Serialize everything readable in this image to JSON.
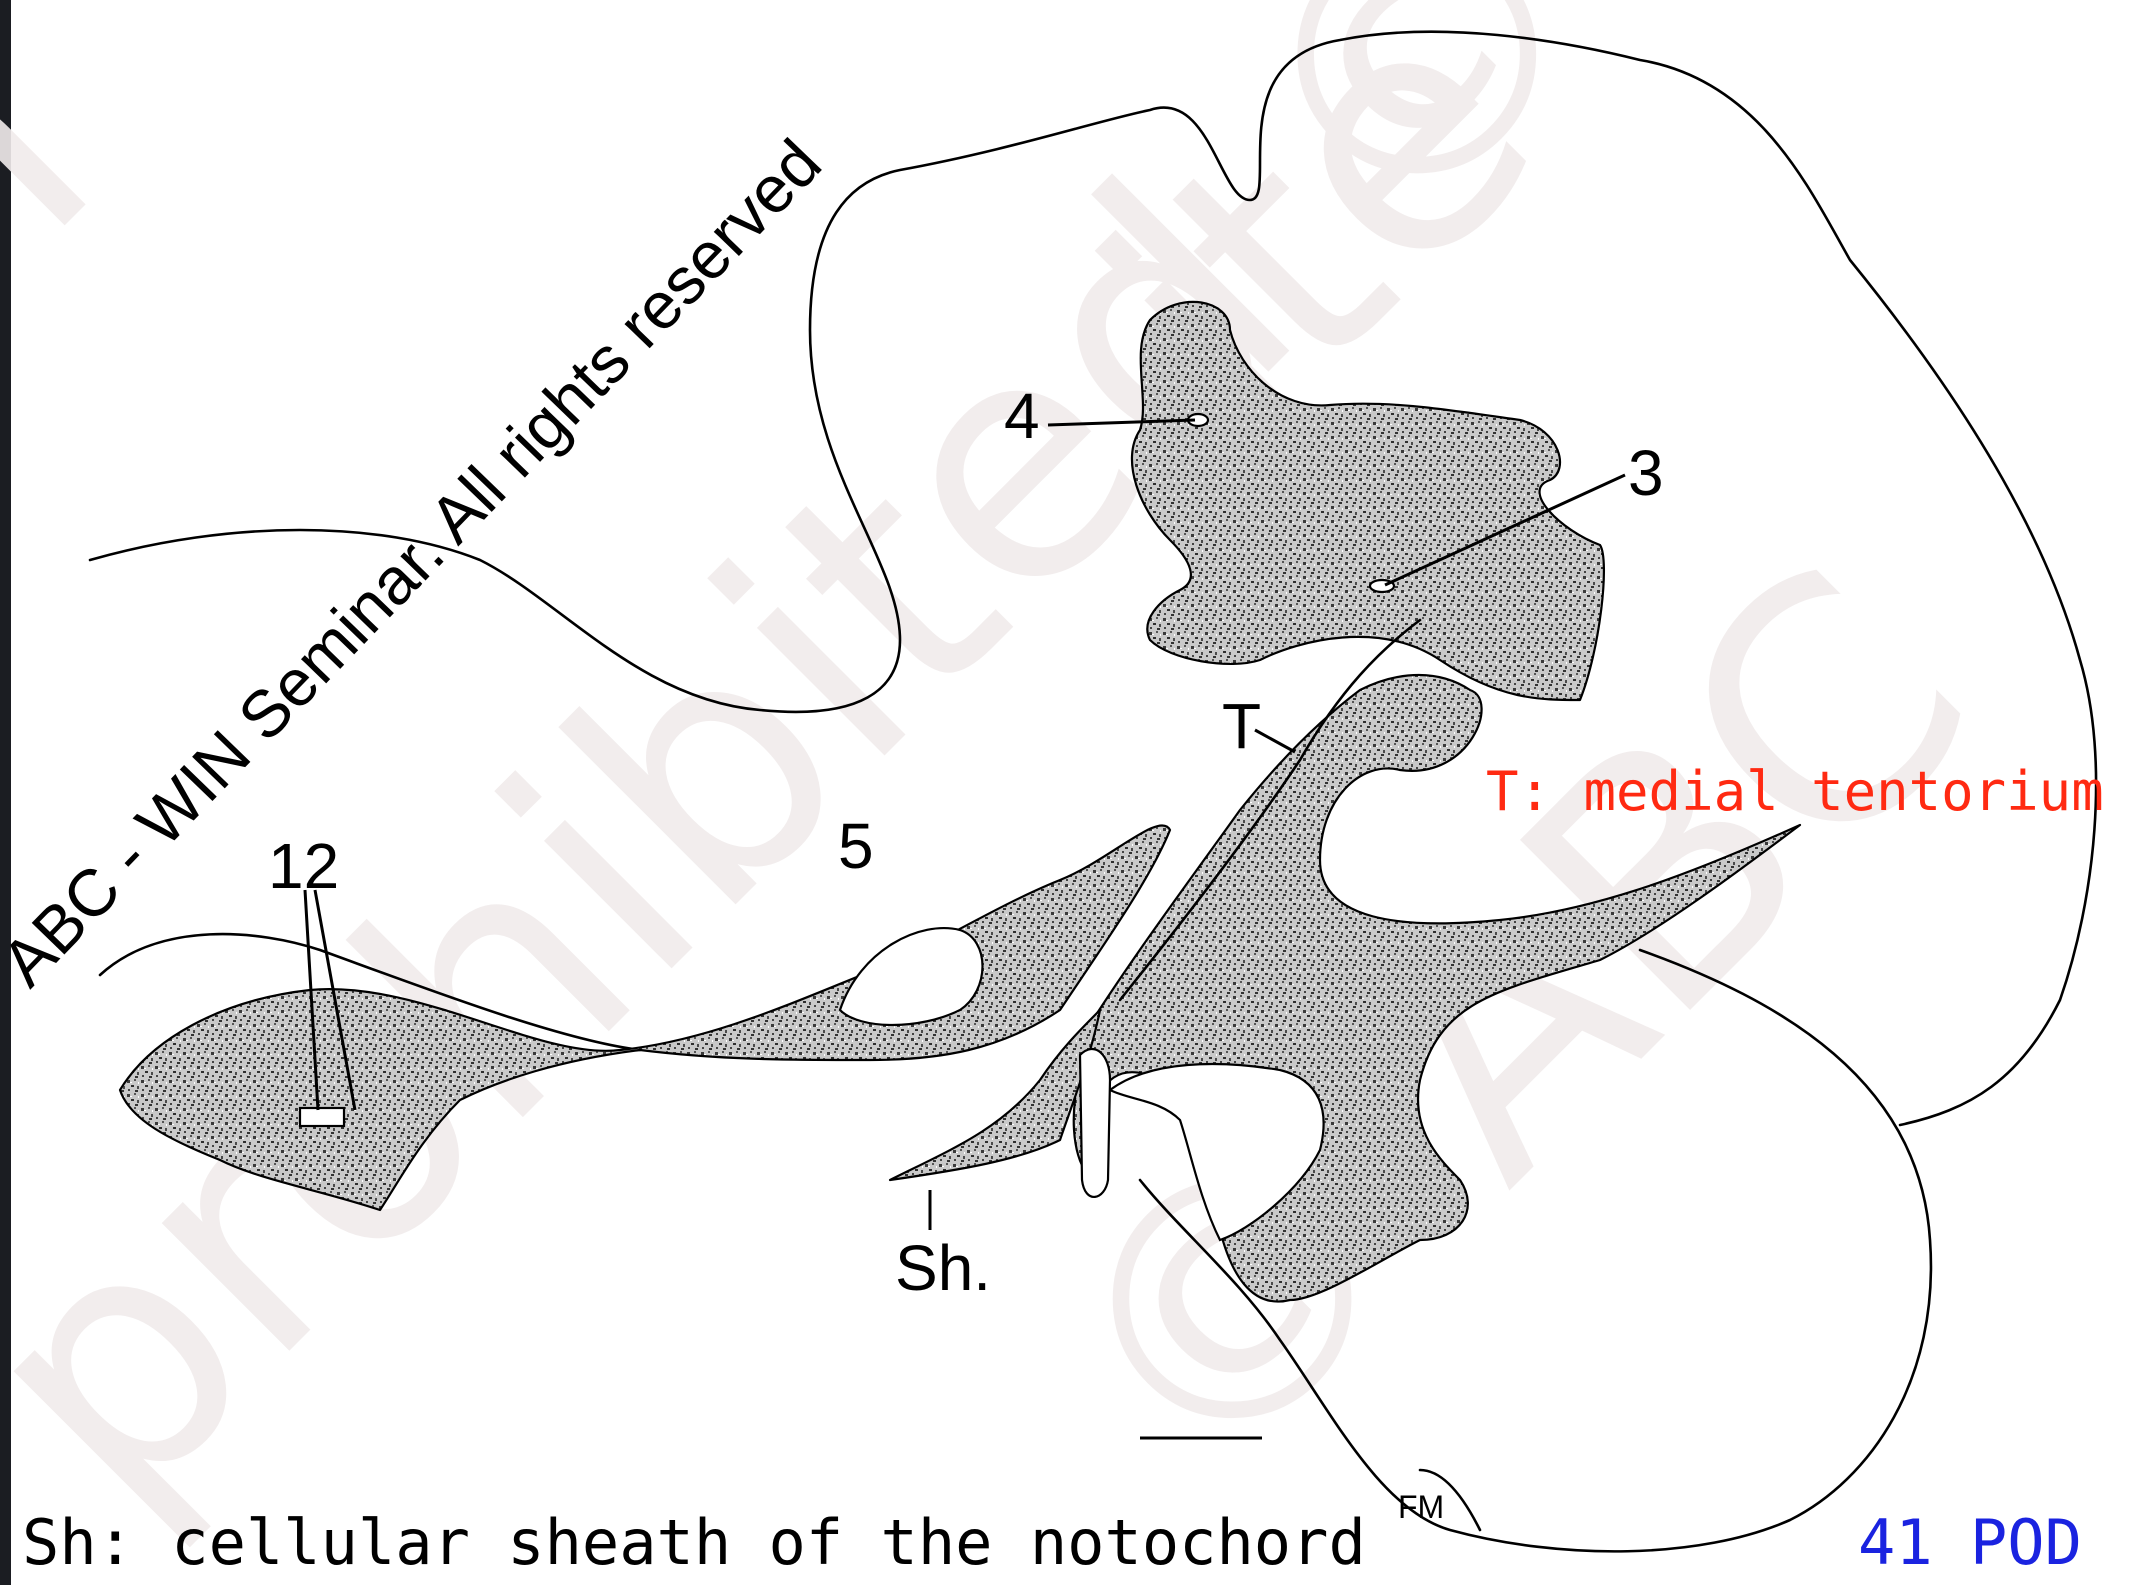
{
  "watermark": {
    "copyright_line": "ABC - WIN Seminar. All rights reserved",
    "background_text": "prohibited © ABC"
  },
  "labels": {
    "structure_4": "4",
    "structure_3": "3",
    "structure_5": "5",
    "structure_12": "12",
    "tentorium_marker": "T",
    "sheath_marker": "Sh.",
    "fm_marker": "FM"
  },
  "captions": {
    "sheath": "Sh: cellular sheath of the notochord",
    "tentorium": "T: medial tentorium",
    "stage": "41 POD"
  },
  "colors": {
    "tentorium_caption": "#ff2a12",
    "stage_caption": "#1a23e0",
    "stipple": "#777777"
  }
}
